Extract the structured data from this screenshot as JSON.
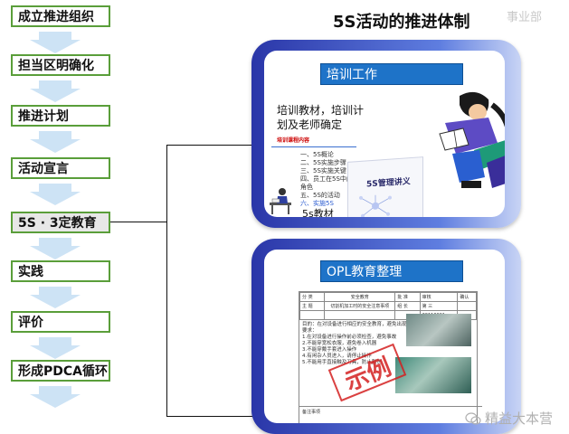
{
  "title": "5S活动的推进体制",
  "watermark_top": "事业部",
  "steps": [
    {
      "label": "成立推进组织"
    },
    {
      "label": "担当区明确化"
    },
    {
      "label": "推进计划"
    },
    {
      "label": "活动宣言"
    },
    {
      "label": "5S · 3定教育"
    },
    {
      "label": "实践"
    },
    {
      "label": "评价"
    },
    {
      "label": "形成PDCA循环"
    }
  ],
  "panel1": {
    "header": "培训工作",
    "description_line1": "培训教材，培训计",
    "description_line2": "划及老师确定",
    "course_title": "培训课程内容",
    "course_items": [
      "一、5S概论",
      "二、5S实施步骤",
      "三、5S实施关键",
      "四、员工在5S中的角色",
      "五、5S的活动",
      "六、实施5S"
    ],
    "booklet_title": "5S管理讲义",
    "caption": "5s教材"
  },
  "panel2": {
    "header": "OPL教育整理",
    "form_row1": [
      "分 类",
      "安全教育",
      "批 准",
      "审核",
      "确认"
    ],
    "form_row2": [
      "主 题",
      "切割机加工时的安全注意事项",
      "组 长",
      "第 三",
      ""
    ],
    "form_date": "20110601",
    "body_title": "目的：在对设备进行相应的安全教育，避免出现安全事故",
    "body_lines": [
      "要求：",
      "1.在对设备进行操作前必须检查，避免事故",
      "2.不能穿宽松衣服，避免卷入机器",
      "3.不能穿戴手套进入操作",
      "4.有闲杂人员进入，请停止操作",
      "5.不能用手直接触及刀具，防止割伤"
    ],
    "stamp": "示例",
    "footer_label": "备注事项"
  },
  "watermark_bottom": "精益大本营"
}
